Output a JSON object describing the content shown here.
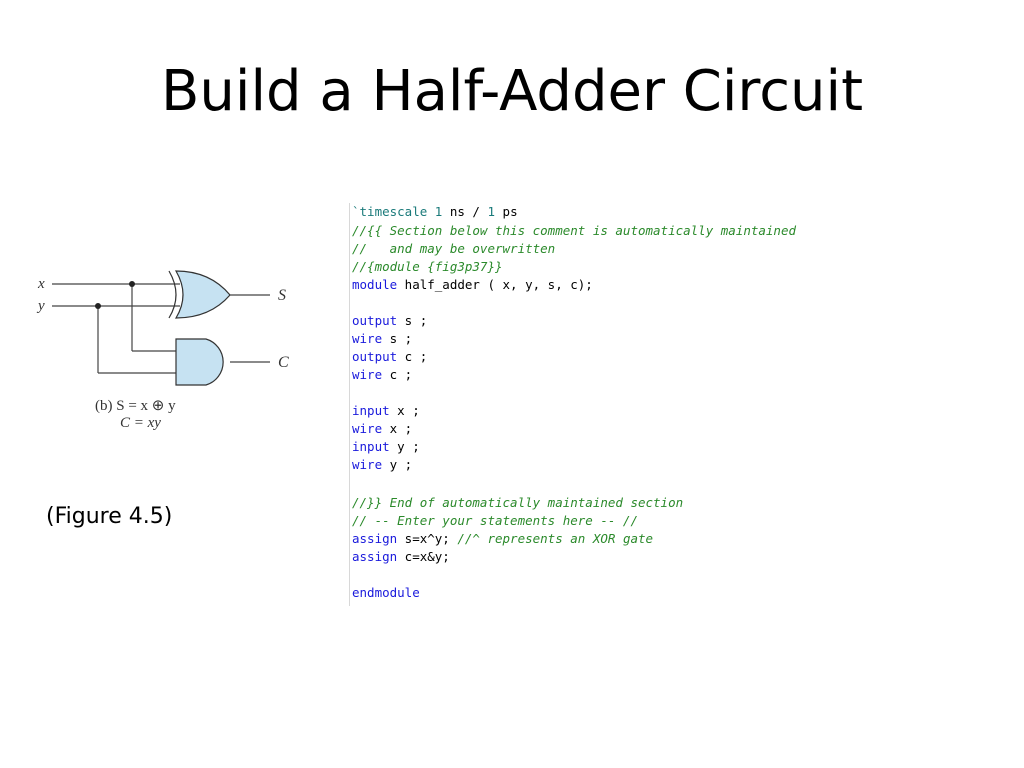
{
  "slide": {
    "title": "Build a Half-Adder Circuit",
    "figure_caption": "(Figure 4.5)"
  },
  "circuit": {
    "input_x": "x",
    "input_y": "y",
    "output_s": "S",
    "output_c": "C",
    "caption_line1": "(b) S = x ⊕ y",
    "caption_line2": "C = xy"
  },
  "code": {
    "line01": {
      "a": "`timescale ",
      "b": "1",
      "c": " ns / ",
      "d": "1",
      "e": " ps"
    },
    "line02": "//{{ Section below this comment is automatically maintained",
    "line03": "//   and may be overwritten",
    "line04": "//{module {fig3p37}}",
    "line05": {
      "kw": "module",
      "rest": " half_adder ( x, y, s, c);"
    },
    "line07": {
      "kw": "output",
      "rest": " s ;"
    },
    "line08": {
      "kw": "wire",
      "rest": " s ;"
    },
    "line09": {
      "kw": "output",
      "rest": " c ;"
    },
    "line10": {
      "kw": "wire",
      "rest": " c ;"
    },
    "line12": {
      "kw": "input",
      "rest": " x ;"
    },
    "line13": {
      "kw": "wire",
      "rest": " x ;"
    },
    "line14": {
      "kw": "input",
      "rest": " y ;"
    },
    "line15": {
      "kw": "wire",
      "rest": " y ;"
    },
    "line17": "//}} End of automatically maintained section",
    "line18": "// -- Enter your statements here -- //",
    "line19": {
      "kw": "assign",
      "rest": " s=x^y; ",
      "cm": "//^ represents an XOR gate"
    },
    "line20": {
      "kw": "assign",
      "rest": " c=x&y;"
    },
    "line22": {
      "kw": "endmodule"
    }
  },
  "colors": {
    "keyword": "#1a1adc",
    "comment": "#2b8a2b",
    "number": "#1a7a7a",
    "gate_fill": "#c6e2f2"
  }
}
